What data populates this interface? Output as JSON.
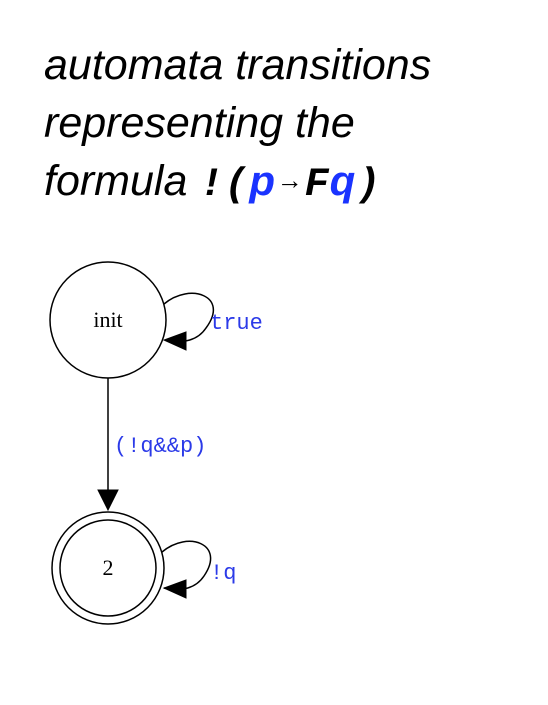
{
  "title": {
    "line1": "automata transitions",
    "line2": "representing the",
    "line3_prefix": "formula ",
    "formula": {
      "neg": "!",
      "open": "(",
      "p": "p",
      "arrow": "→",
      "f": "F",
      "q": "q",
      "close": ")"
    }
  },
  "diagram": {
    "nodes": {
      "init": {
        "label": "init"
      },
      "accept": {
        "label": "2"
      }
    },
    "edges": {
      "init_self": {
        "label": "true"
      },
      "init_to_accept": {
        "label": "(!q&&p)"
      },
      "accept_self": {
        "label": "!q"
      }
    },
    "colors": {
      "edge_label": "#2b3ae8",
      "stroke": "#000000",
      "formula_variable": "#1a33ff"
    }
  }
}
